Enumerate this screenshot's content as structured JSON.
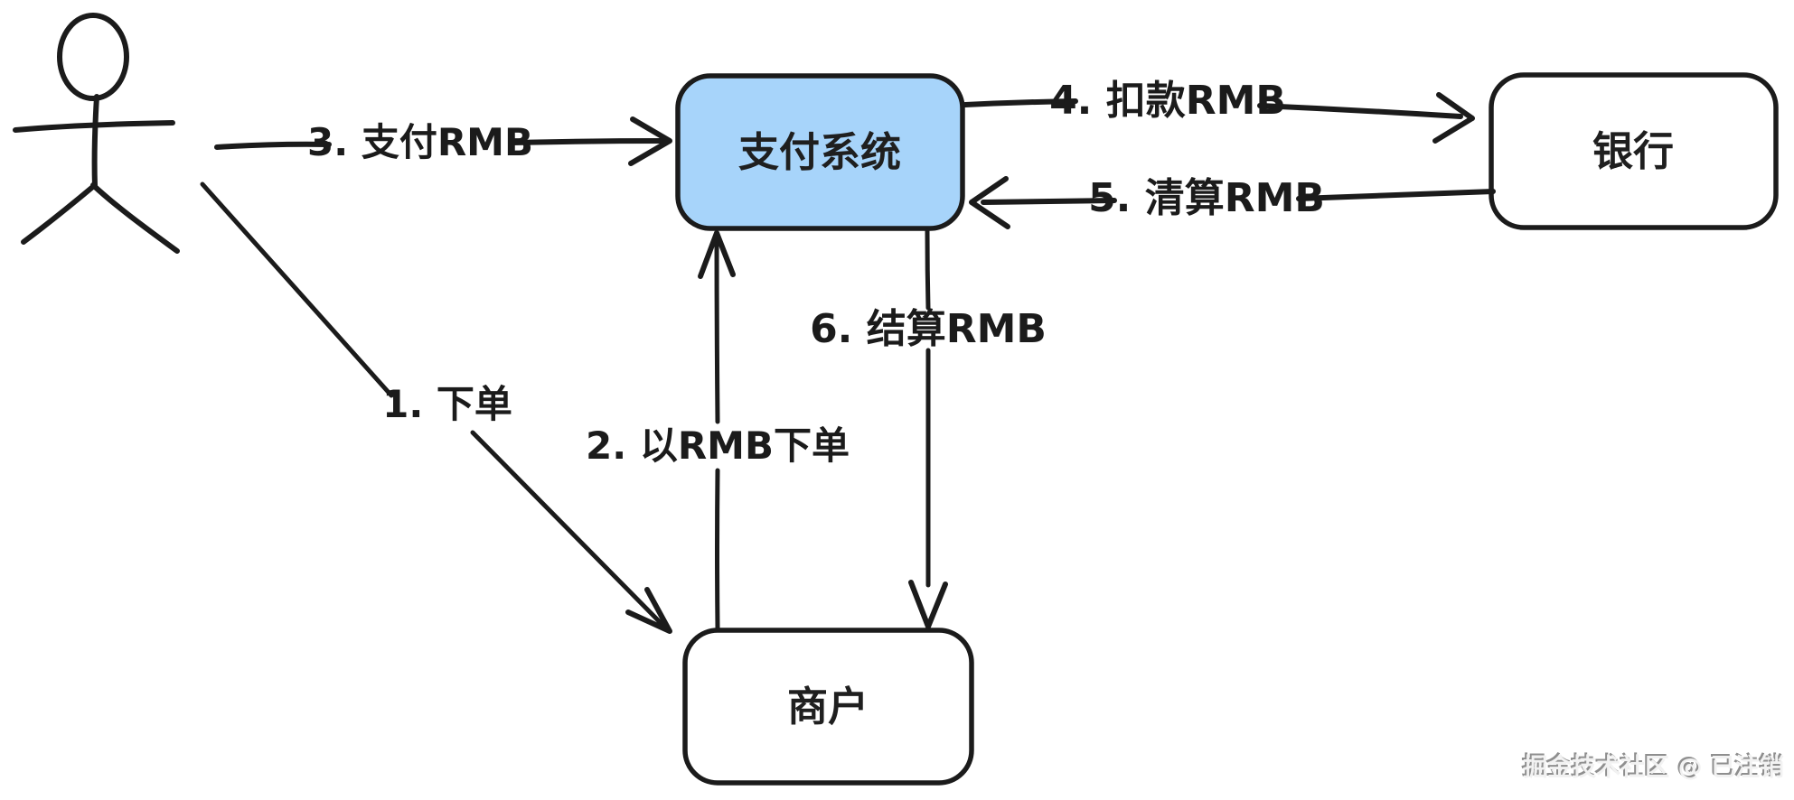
{
  "diagram": {
    "title_hint": "payment-flow-sketch",
    "colors": {
      "background": "#ffffff",
      "stroke": "#1b1b1b",
      "payment_fill": "#a7d4fa",
      "plain_fill": "#ffffff",
      "text": "#1f1f1f",
      "watermark_light": "#f2f2f2",
      "watermark_dark": "#8f8f8f"
    },
    "actor": {
      "name": "用户",
      "icon": "stick-figure"
    },
    "nodes": [
      {
        "id": "payment-system",
        "label": "支付系统",
        "fill": "#a7d4fa"
      },
      {
        "id": "bank",
        "label": "银行",
        "fill": "#ffffff"
      },
      {
        "id": "merchant",
        "label": "商户",
        "fill": "#ffffff"
      }
    ],
    "edges": [
      {
        "id": "e1",
        "label": "1. 下单",
        "from": "user",
        "to": "merchant"
      },
      {
        "id": "e2",
        "label": "2. 以RMB下单",
        "from": "merchant",
        "to": "payment-system"
      },
      {
        "id": "e3",
        "label": "3. 支付RMB",
        "from": "user",
        "to": "payment-system"
      },
      {
        "id": "e4",
        "label": "4. 扣款RMB",
        "from": "payment-system",
        "to": "bank"
      },
      {
        "id": "e5",
        "label": "5. 清算RMB",
        "from": "bank",
        "to": "payment-system"
      },
      {
        "id": "e6",
        "label": "6. 结算RMB",
        "from": "payment-system",
        "to": "merchant"
      }
    ],
    "watermark": "掘金技术社区 @ 已注销"
  }
}
